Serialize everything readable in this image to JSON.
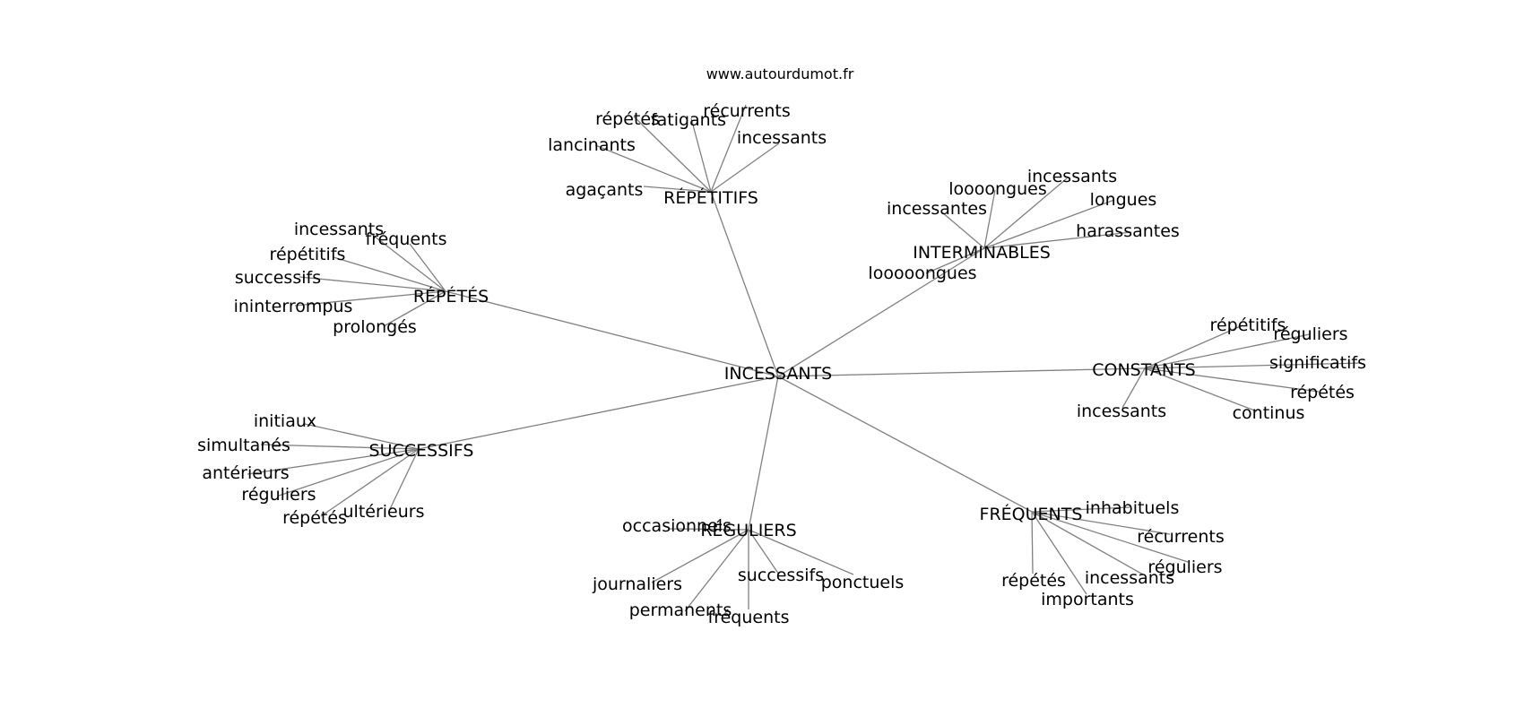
{
  "source": "www.autourdumot.fr",
  "center": "INCESSANTS",
  "clusters": [
    {
      "label": "RÉPÉTITIFS",
      "leaves": [
        "agaçants",
        "lancinants",
        "répétés",
        "fatigants",
        "récurrents",
        "incessants"
      ]
    },
    {
      "label": "RÉPÉTÉS",
      "leaves": [
        "incessants",
        "fréquents",
        "répétitifs",
        "successifs",
        "ininterrompus",
        "prolongés"
      ]
    },
    {
      "label": "INTERMINABLES",
      "leaves": [
        "incessantes",
        "loooongues",
        "incessants",
        "longues",
        "harassantes",
        "looooongues"
      ]
    },
    {
      "label": "CONSTANTS",
      "leaves": [
        "répétitifs",
        "réguliers",
        "significatifs",
        "répétés",
        "continus",
        "incessants"
      ]
    },
    {
      "label": "SUCCESSIFS",
      "leaves": [
        "initiaux",
        "simultanés",
        "antérieurs",
        "réguliers",
        "répétés",
        "ultérieurs"
      ]
    },
    {
      "label": "RÉGULIERS",
      "leaves": [
        "occasionnels",
        "journaliers",
        "permanents",
        "fréquents",
        "successifs",
        "ponctuels"
      ]
    },
    {
      "label": "FRÉQUENTS",
      "leaves": [
        "inhabituels",
        "récurrents",
        "réguliers",
        "incessants",
        "importants",
        "répétés"
      ]
    }
  ]
}
